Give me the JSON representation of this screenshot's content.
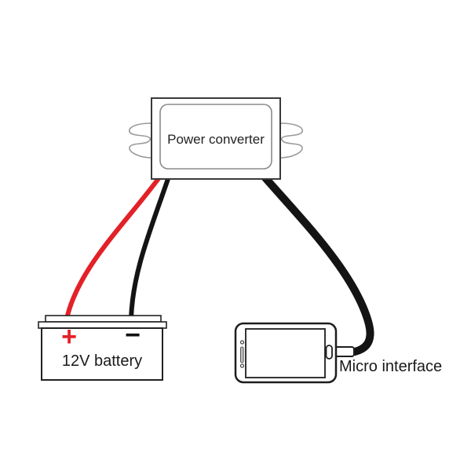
{
  "diagram": {
    "converter": {
      "label": "Power converter"
    },
    "battery": {
      "label": "12V battery",
      "positive_symbol": "+",
      "negative_symbol": "−"
    },
    "phone": {
      "connector_label": "Micro interface"
    },
    "wires": {
      "positive": "red wire from converter to battery plus terminal",
      "negative": "black wire from converter to battery minus terminal",
      "output": "black cable from converter to micro usb connector"
    },
    "colors": {
      "red": "#e32128",
      "black": "#141414",
      "outline_dark": "#3a3a3a",
      "outline_inner": "#8a8a8a",
      "tab_gray": "#9a9a9a",
      "device_outline": "#1e1e1e"
    }
  }
}
